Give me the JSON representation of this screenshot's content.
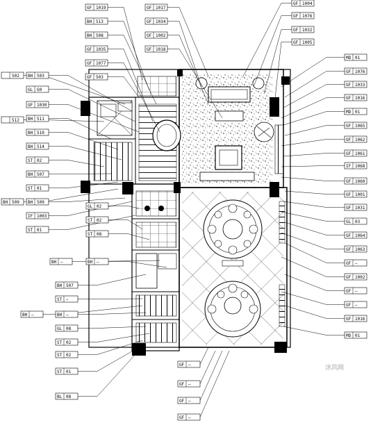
{
  "drawing": {
    "watermark": "沐风网"
  },
  "tags": {
    "top": [
      {
        "code": "GF",
        "num": "1019"
      },
      {
        "code": "BH",
        "num": "513"
      },
      {
        "code": "BH",
        "num": "508"
      },
      {
        "code": "GF",
        "num": "1035"
      },
      {
        "code": "GF",
        "num": "1077"
      },
      {
        "code": "GF",
        "num": "503"
      },
      {
        "code": "GF",
        "num": "1017"
      },
      {
        "code": "GF",
        "num": "1034"
      },
      {
        "code": "GF",
        "num": "1002"
      },
      {
        "code": "GF",
        "num": "1018"
      },
      {
        "code": "GF",
        "num": "1004"
      },
      {
        "code": "GF",
        "num": "1076"
      },
      {
        "code": "GF",
        "num": "1032"
      },
      {
        "code": "GF",
        "num": "1005"
      }
    ],
    "left": [
      {
        "code": "",
        "num": "502"
      },
      {
        "code": "BH",
        "num": "503"
      },
      {
        "code": "GL",
        "num": "G0"
      },
      {
        "code": "GF",
        "num": "1030"
      },
      {
        "code": "",
        "num": "512"
      },
      {
        "code": "BH",
        "num": "511"
      },
      {
        "code": "BH",
        "num": "510"
      },
      {
        "code": "BH",
        "num": "514"
      },
      {
        "code": "ST",
        "num": "02"
      },
      {
        "code": "BH",
        "num": "507"
      },
      {
        "code": "ST",
        "num": "01"
      },
      {
        "code": "BH",
        "num": "509"
      },
      {
        "code": "BH",
        "num": "509"
      },
      {
        "code": "IF",
        "num": "1003"
      },
      {
        "code": "ST",
        "num": "01"
      },
      {
        "code": "GL",
        "num": "02"
      },
      {
        "code": "ST",
        "num": "02"
      },
      {
        "code": "ST",
        "num": "08"
      },
      {
        "code": "BH",
        "num": "—"
      },
      {
        "code": "BH",
        "num": "—"
      },
      {
        "code": "BH",
        "num": "507"
      },
      {
        "code": "ST",
        "num": "—"
      },
      {
        "code": "BH",
        "num": "—"
      },
      {
        "code": "BH",
        "num": "—"
      },
      {
        "code": "GL",
        "num": "08"
      },
      {
        "code": "ST",
        "num": "02"
      },
      {
        "code": "ST",
        "num": "02"
      },
      {
        "code": "ST",
        "num": "01"
      },
      {
        "code": "BL",
        "num": "08"
      }
    ],
    "right": [
      {
        "code": "MD",
        "num": "01"
      },
      {
        "code": "GF",
        "num": "1076"
      },
      {
        "code": "GF",
        "num": "1033"
      },
      {
        "code": "GF",
        "num": "1016"
      },
      {
        "code": "MD",
        "num": "01"
      },
      {
        "code": "GF",
        "num": "1065"
      },
      {
        "code": "GF",
        "num": "1062"
      },
      {
        "code": "GF",
        "num": "1061"
      },
      {
        "code": "IF",
        "num": "1068"
      },
      {
        "code": "GF",
        "num": "1060"
      },
      {
        "code": "GF",
        "num": "1001"
      },
      {
        "code": "GF",
        "num": "1031"
      },
      {
        "code": "GL",
        "num": "03"
      },
      {
        "code": "GF",
        "num": "1064"
      },
      {
        "code": "GF",
        "num": "1063"
      },
      {
        "code": "GF",
        "num": "—"
      },
      {
        "code": "GF",
        "num": "1002"
      },
      {
        "code": "GF",
        "num": "—"
      },
      {
        "code": "GF",
        "num": "—"
      },
      {
        "code": "GF",
        "num": "1016"
      },
      {
        "code": "MD",
        "num": "01"
      }
    ],
    "bottom": [
      {
        "code": "GF",
        "num": "—"
      },
      {
        "code": "GF",
        "num": "—"
      },
      {
        "code": "GF",
        "num": "—"
      },
      {
        "code": "GF",
        "num": "—"
      }
    ]
  }
}
